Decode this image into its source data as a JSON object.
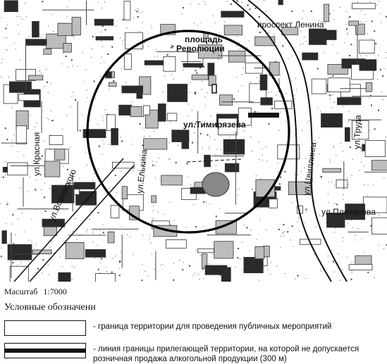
{
  "map": {
    "labels": {
      "lenin": "проспект Ленина",
      "square_1": "площадь",
      "square_2": "Революции",
      "timiryazeva": "ул.Тимирязева",
      "krasnaya": "ул.Красная",
      "vorovskogo": "ул.Воровского",
      "elkina": "ул.Елькина",
      "tsvillinga": "ул.Цвиллинга",
      "plekhanova": "ул.Плеханова",
      "truda": "ул.Труда"
    }
  },
  "scale": {
    "label": "Масштаб",
    "value": "1:7000"
  },
  "legend": {
    "title": "Условные обозначени",
    "items": [
      {
        "text": "- граница территории для проведения публичных мероприятий"
      },
      {
        "text": "- линия границы прилегающей территории, на которой не допускается розничная продажа алкогольной продукции (300 м)"
      }
    ]
  }
}
